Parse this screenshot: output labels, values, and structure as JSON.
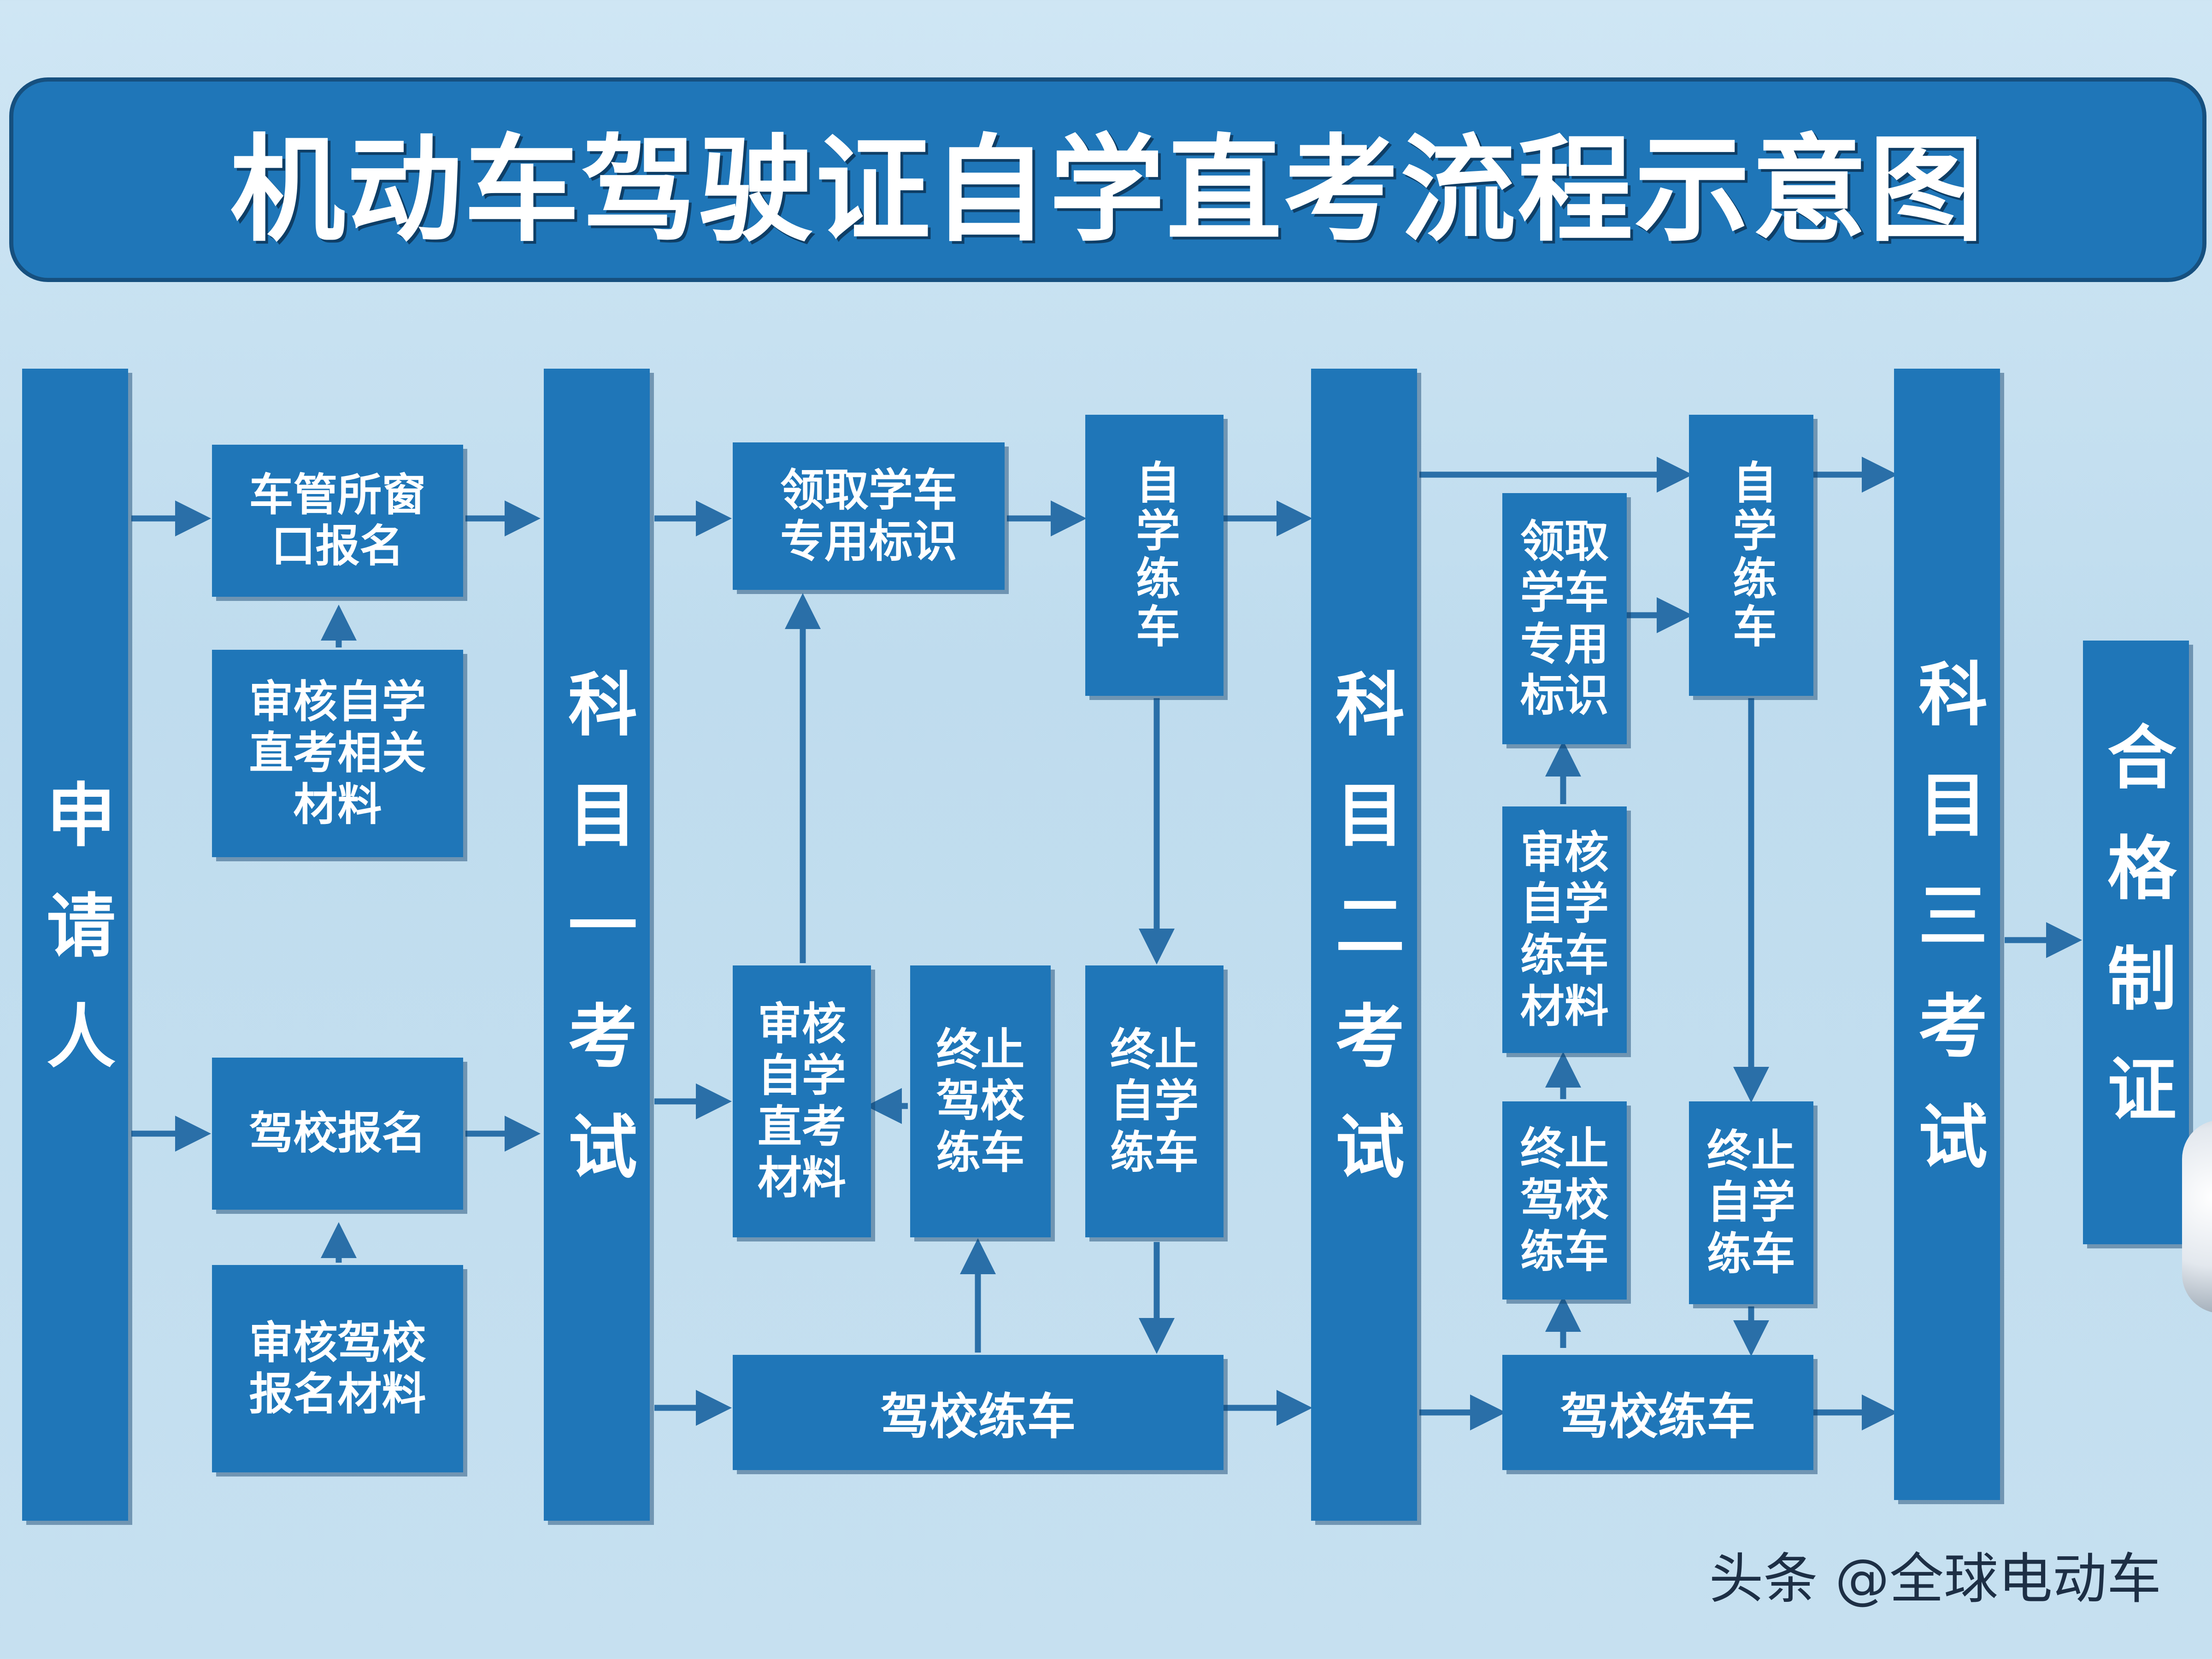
{
  "title": "机动车驾驶证自学直考流程示意图",
  "columns": {
    "applicant": "申请人",
    "subject1": "科目一考试",
    "subject2": "科目二考试",
    "subject3": "科目三考试",
    "certificate": "合格制证"
  },
  "boxes": {
    "dmv_window_signup": "车管所窗口报名",
    "review_selfstudy_materials": "审核自学直考相关材料",
    "school_signup": "驾校报名",
    "review_school_materials": "审核驾校报名材料",
    "get_learner_sign_1": "领取学车专用标识",
    "self_practice_1": "自学练车",
    "review_selfstudy_direct": "审核自学直考材料",
    "stop_school_practice_1": "终止驾校练车",
    "stop_self_practice_1": "终止自学练车",
    "school_practice_1": "驾校练车",
    "get_learner_sign_2": "领取学车专用标识",
    "review_self_practice": "审核自学练车材料",
    "stop_school_practice_2": "终止驾校练车",
    "self_practice_2": "自学练车",
    "stop_self_practice_2": "终止自学练车",
    "school_practice_2": "驾校练车"
  },
  "watermark": "头条 @全球电动车",
  "colors": {
    "box": "#1f76b8",
    "arrow": "#2a6fa8",
    "background": "#c6e0f0"
  }
}
